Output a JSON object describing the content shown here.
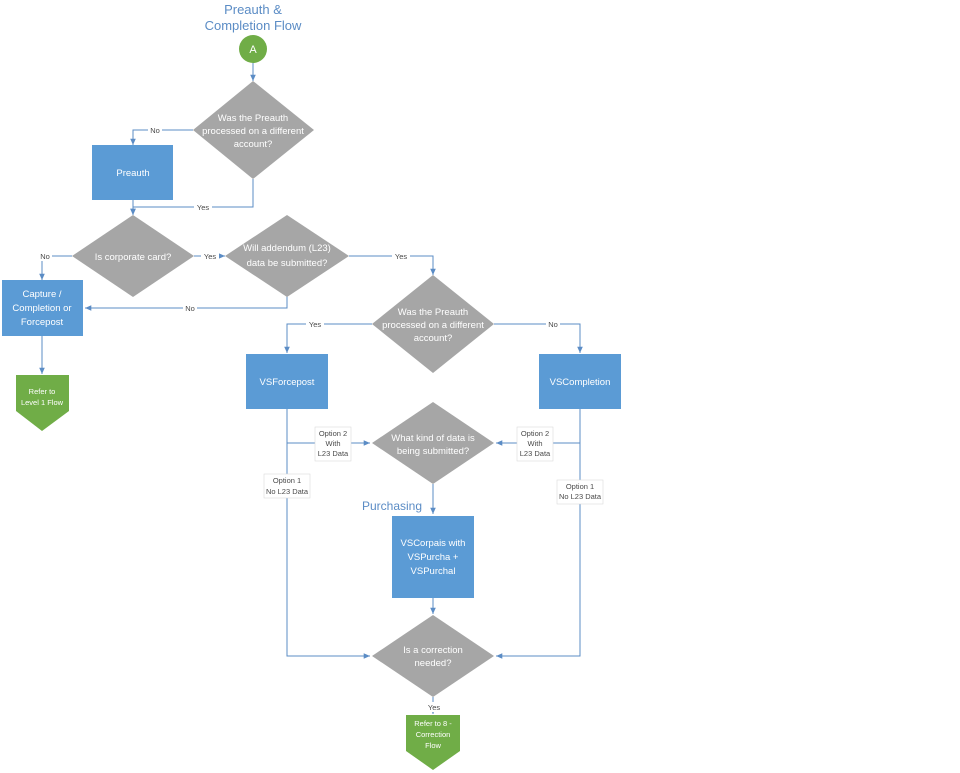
{
  "title": [
    "Preauth &",
    "Completion Flow"
  ],
  "colors": {
    "process": "#5b9bd5",
    "decision": "#a6a6a6",
    "terminal": "#70ad47",
    "connector_line": "#5b8cc5",
    "title": "#5b8cc5"
  },
  "nodes": {
    "start": {
      "label": "A"
    },
    "d_diff_account_1": {
      "lines": [
        "Was the Preauth",
        "processed on a different",
        "account?"
      ]
    },
    "p_preauth": {
      "lines": [
        "Preauth"
      ]
    },
    "d_corporate": {
      "lines": [
        "Is corporate card?"
      ]
    },
    "d_addendum": {
      "lines": [
        "Will addendum (L23)",
        "data be submitted?"
      ]
    },
    "p_capture": {
      "lines": [
        "Capture /",
        "Completion or",
        "Forcepost"
      ]
    },
    "t_level1": {
      "lines": [
        "Refer to",
        "Level 1 Flow"
      ]
    },
    "d_diff_account_2": {
      "lines": [
        "Was the Preauth",
        "processed on a different",
        "account?"
      ]
    },
    "p_forcepost": {
      "lines": [
        "VSForcepost"
      ]
    },
    "p_completion": {
      "lines": [
        "VSCompletion"
      ]
    },
    "d_data_kind": {
      "lines": [
        "What kind of data is",
        "being submitted?"
      ]
    },
    "p_corpais": {
      "lines": [
        "VSCorpais with",
        "VSPurcha +",
        "VSPurchal"
      ]
    },
    "d_correction": {
      "lines": [
        "Is a correction",
        "needed?"
      ]
    },
    "t_correction": {
      "lines": [
        "Refer to 8 -",
        "Correction",
        "Flow"
      ]
    }
  },
  "section_label": "Purchasing",
  "edge_labels": {
    "no_1": "No",
    "yes_1": "Yes",
    "no_2": "No",
    "yes_2": "Yes",
    "yes_3": "Yes",
    "no_3": "No",
    "yes_4": "Yes",
    "no_4": "No",
    "opt2_left": [
      "Option 2",
      "With",
      "L23 Data"
    ],
    "opt2_right": [
      "Option 2",
      "With",
      "L23 Data"
    ],
    "opt1_left": [
      "Option 1",
      "No L23 Data"
    ],
    "opt1_right": [
      "Option 1",
      "No L23 Data"
    ],
    "yes_5": "Yes"
  }
}
